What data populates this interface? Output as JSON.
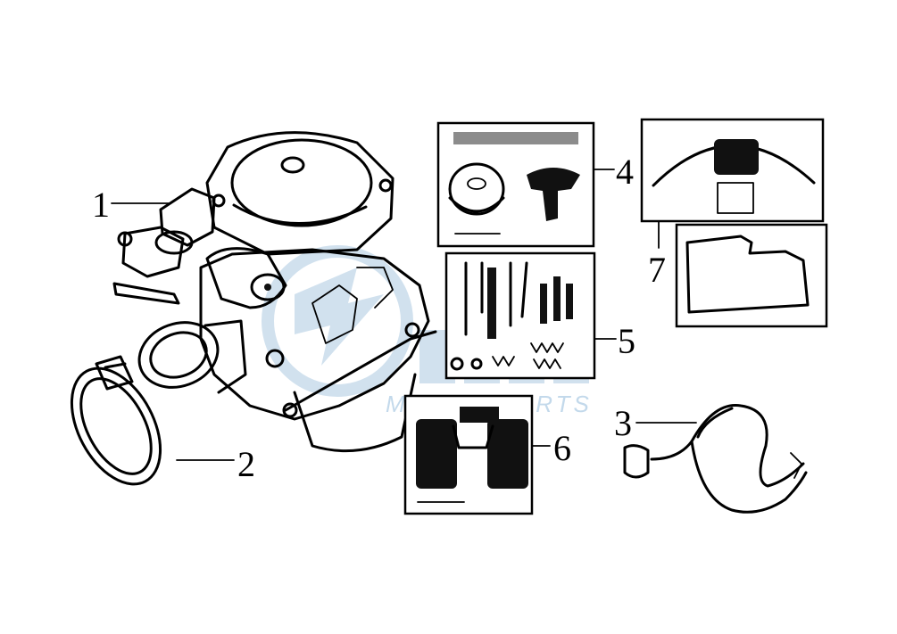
{
  "callouts": {
    "c1": "1",
    "c2": "2",
    "c3": "3",
    "c4": "4",
    "c5": "5",
    "c6": "6",
    "c7": "7"
  },
  "watermark": {
    "brand": "MOTOR PARTS",
    "color": "#b9d3e8"
  },
  "colors": {
    "ink": "#000000",
    "background": "#ffffff"
  }
}
